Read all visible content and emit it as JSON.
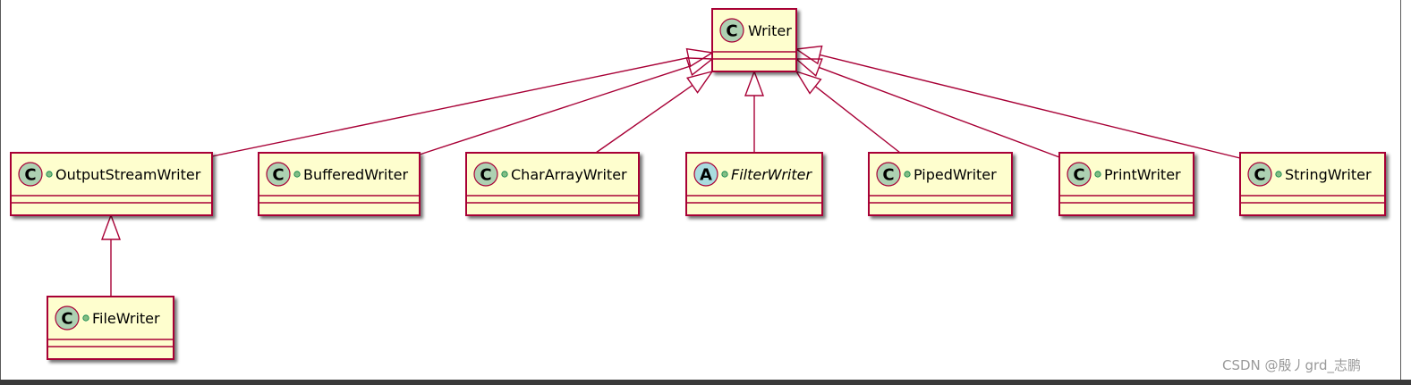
{
  "diagram": {
    "classes": [
      {
        "id": "writer",
        "name": "Writer",
        "stereotype": "C",
        "public_marker": false,
        "abstract": false
      },
      {
        "id": "outputstreamwriter",
        "name": "OutputStreamWriter",
        "stereotype": "C",
        "public_marker": true,
        "abstract": false
      },
      {
        "id": "bufferedwriter",
        "name": "BufferedWriter",
        "stereotype": "C",
        "public_marker": true,
        "abstract": false
      },
      {
        "id": "chararraywriter",
        "name": "CharArrayWriter",
        "stereotype": "C",
        "public_marker": true,
        "abstract": false
      },
      {
        "id": "filterwriter",
        "name": "FilterWriter",
        "stereotype": "A",
        "public_marker": true,
        "abstract": true
      },
      {
        "id": "pipedwriter",
        "name": "PipedWriter",
        "stereotype": "C",
        "public_marker": true,
        "abstract": false
      },
      {
        "id": "printwriter",
        "name": "PrintWriter",
        "stereotype": "C",
        "public_marker": true,
        "abstract": false
      },
      {
        "id": "stringwriter",
        "name": "StringWriter",
        "stereotype": "C",
        "public_marker": true,
        "abstract": false
      },
      {
        "id": "filewriter",
        "name": "FileWriter",
        "stereotype": "C",
        "public_marker": true,
        "abstract": false
      }
    ],
    "inheritance": [
      {
        "child": "outputstreamwriter",
        "parent": "writer"
      },
      {
        "child": "bufferedwriter",
        "parent": "writer"
      },
      {
        "child": "chararraywriter",
        "parent": "writer"
      },
      {
        "child": "filterwriter",
        "parent": "writer"
      },
      {
        "child": "pipedwriter",
        "parent": "writer"
      },
      {
        "child": "printwriter",
        "parent": "writer"
      },
      {
        "child": "stringwriter",
        "parent": "writer"
      },
      {
        "child": "filewriter",
        "parent": "outputstreamwriter"
      }
    ],
    "colors": {
      "class_fill": "#FEFECE",
      "class_border": "#A80036",
      "class_circle": "#ADD1B2",
      "abstract_circle": "#A9DCDF",
      "public_dot": "#84BE84",
      "public_dot_border": "#038048",
      "shadow": "#9E9E9E"
    }
  },
  "watermark": "CSDN @殷丿grd_志鹏"
}
